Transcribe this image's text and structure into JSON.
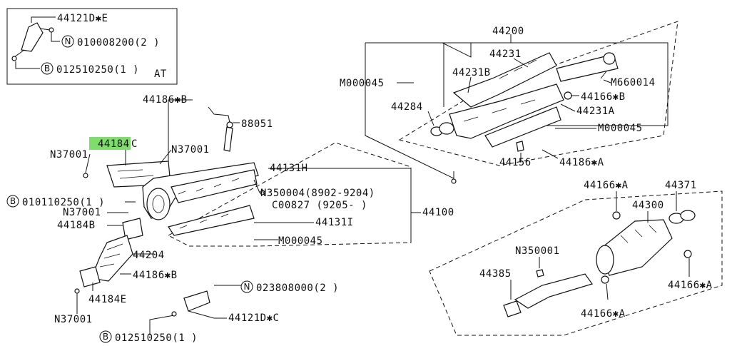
{
  "diagram": {
    "highlight_color": "#7dde6a",
    "inset": {
      "part_top": "44121D✱E",
      "callout_n": "N",
      "ref_n": "010008200(2 )",
      "callout_b": "B",
      "ref_b": "012510250(1 )",
      "suffix": "AT"
    },
    "labels": {
      "p44186B_top": "44186✱B",
      "p88051": "88051",
      "p44184C_num": "44184",
      "p44184C_suffix": "C",
      "p37001_left": "N37001",
      "p37001_mid": "N37001",
      "p010110250": "010110250(1 )",
      "p37001_left2": "N37001",
      "p44184B": "44184B",
      "p44204": "44204",
      "p44186B_low": "44186✱B",
      "p44184E": "44184E",
      "p37001_bottom": "N37001",
      "p44131H": "44131H",
      "pN350004": "N350004(8902-9204)",
      "pC00827": "C00827 (9205-    )",
      "p44100": "44100",
      "p44131I": "44131I",
      "pM000045_low": "M000045",
      "p023808000": "023808000(2 )",
      "p44121DC": "44121D✱C",
      "p012510250_bottom": "012510250(1 )",
      "p44200": "44200",
      "p44231": "44231",
      "p44231B": "44231B",
      "pM000045_top": "M000045",
      "p44284": "44284",
      "pM660014": "M660014",
      "p44166B": "44166✱B",
      "p44231A": "44231A",
      "pM000045_right": "M000045",
      "p44156": "44156",
      "p44186A": "44186✱A",
      "p44166A_top": "44166✱A",
      "p44371": "44371",
      "p44300": "44300",
      "pN350001": "N350001",
      "p44385": "44385",
      "p44166A_right": "44166✱A",
      "p44166A_bottom": "44166✱A"
    },
    "callouts": {
      "b": "B",
      "n": "N"
    }
  }
}
